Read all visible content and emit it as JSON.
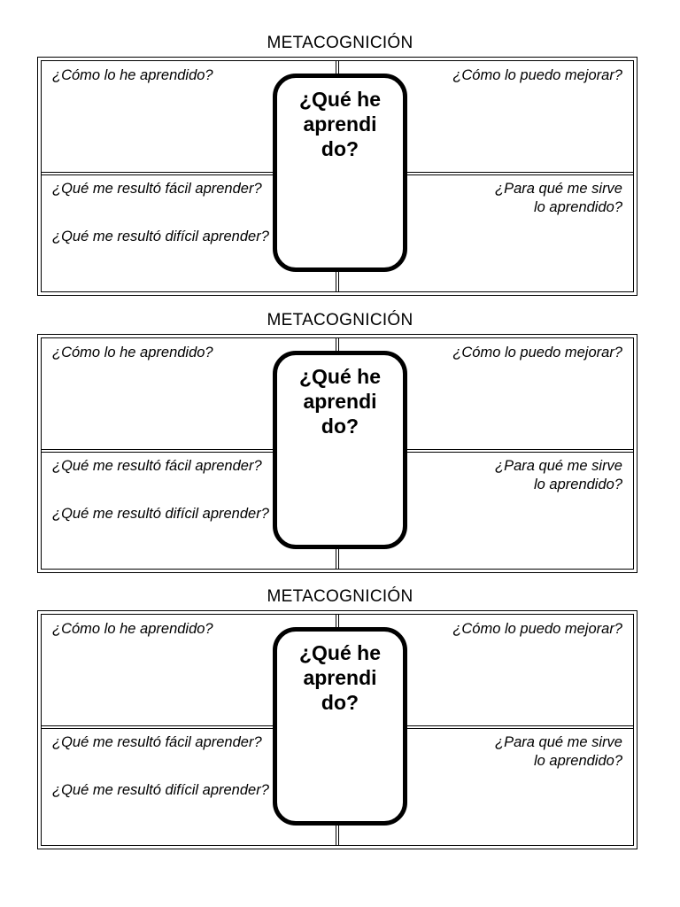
{
  "page": {
    "background_color": "#ffffff",
    "ink_color": "#000000",
    "worksheet_count": 3
  },
  "worksheet": {
    "title": "METACOGNICIÓN",
    "center": {
      "label": "¿Qué he aprendi do?",
      "line1": "¿Qué he",
      "line2": "aprendi",
      "line3": "do?"
    },
    "quadrants": {
      "top_left": "¿Cómo lo he aprendido?",
      "top_right": "¿Cómo lo puedo mejorar?",
      "bottom_left_1": "¿Qué me resultó fácil aprender?",
      "bottom_left_2": "¿Qué me resultó difícil aprender?",
      "bottom_right_line1": "¿Para qué me sirve",
      "bottom_right_line2": "lo aprendido?"
    }
  },
  "worksheets": [
    {
      "title": "METACOGNICIÓN",
      "top_left": "¿Cómo lo he aprendido?",
      "top_right": "¿Cómo lo puedo mejorar?",
      "bottom_left_1": "¿Qué me resultó fácil aprender?",
      "bottom_left_2": "¿Qué me resultó difícil aprender?",
      "bottom_right_line1": "¿Para qué me sirve",
      "bottom_right_line2": "lo aprendido?",
      "center_line1": "¿Qué he",
      "center_line2": "aprendi",
      "center_line3": "do?"
    },
    {
      "title": "METACOGNICIÓN",
      "top_left": "¿Cómo lo he aprendido?",
      "top_right": "¿Cómo lo puedo mejorar?",
      "bottom_left_1": "¿Qué me resultó fácil aprender?",
      "bottom_left_2": "¿Qué me resultó difícil aprender?",
      "bottom_right_line1": "¿Para qué me sirve",
      "bottom_right_line2": "lo aprendido?",
      "center_line1": "¿Qué he",
      "center_line2": "aprendi",
      "center_line3": "do?"
    },
    {
      "title": "METACOGNICIÓN",
      "top_left": "¿Cómo lo he aprendido?",
      "top_right": "¿Cómo lo puedo mejorar?",
      "bottom_left_1": "¿Qué me resultó fácil aprender?",
      "bottom_left_2": "¿Qué me resultó difícil aprender?",
      "bottom_right_line1": "¿Para qué me sirve",
      "bottom_right_line2": "lo aprendido?",
      "center_line1": "¿Qué he",
      "center_line2": "aprendi",
      "center_line3": "do?"
    }
  ]
}
